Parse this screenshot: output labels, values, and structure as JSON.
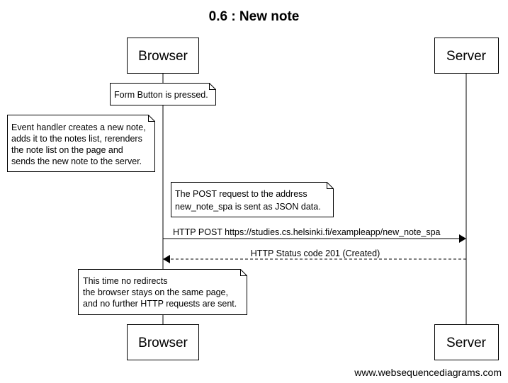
{
  "title": "0.6 : New note",
  "participants": {
    "browser": "Browser",
    "server": "Server"
  },
  "notes": {
    "form_button": [
      "Form Button is pressed."
    ],
    "event_handler": [
      "Event handler creates a new note,",
      "adds it to the notes list, rerenders",
      "the note list on the page and",
      "sends the new note to the server."
    ],
    "post_request": [
      "The POST request to the address",
      "new_note_spa is sent as JSON data."
    ],
    "no_redirects": [
      "This time no redirects",
      "the browser stays on the same page,",
      "and no further HTTP requests are sent."
    ]
  },
  "messages": {
    "post": "HTTP POST https://studies.cs.helsinki.fi/exampleapp/new_note_spa",
    "response": "HTTP Status code 201 (Created)"
  },
  "footer": "www.websequencediagrams.com"
}
